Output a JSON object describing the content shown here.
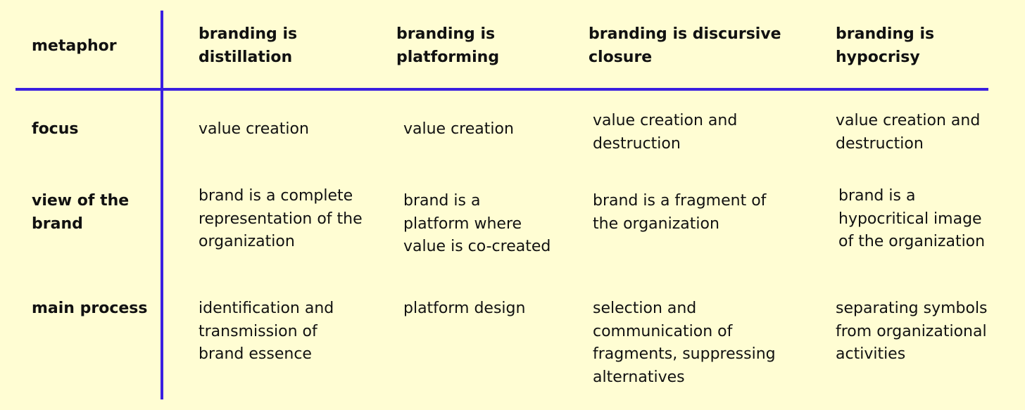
{
  "header": {
    "row_label": "metaphor",
    "columns": [
      [
        "branding is",
        "distillation"
      ],
      [
        "branding is",
        "platforming"
      ],
      [
        "branding is discursive",
        "closure"
      ],
      [
        "branding is",
        "hypocrisy"
      ]
    ]
  },
  "rows": [
    {
      "label": [
        "focus"
      ],
      "cells": [
        [
          "value creation"
        ],
        [
          "value creation"
        ],
        [
          "value creation and",
          "destruction"
        ],
        [
          "value creation and",
          "destruction"
        ]
      ]
    },
    {
      "label": [
        "view of the",
        "brand"
      ],
      "cells": [
        [
          "brand is a complete",
          "representation of the",
          "organization"
        ],
        [
          "brand is a",
          "platform where",
          "value is co-created"
        ],
        [
          "brand is a fragment of",
          "the organization"
        ],
        [
          "brand is a",
          "hypocritical image",
          "of the organization"
        ]
      ]
    },
    {
      "label": [
        "main process"
      ],
      "cells": [
        [
          "identification and",
          "transmission of",
          "brand essence"
        ],
        [
          "platform design"
        ],
        [
          "selection and",
          "communication of",
          "fragments, suppressing",
          "alternatives"
        ],
        [
          "separating symbols",
          "from organizational",
          "activities"
        ]
      ]
    }
  ],
  "colors": {
    "background": "#FFFDD3",
    "divider": "#3A1FE0",
    "text": "#111111"
  }
}
